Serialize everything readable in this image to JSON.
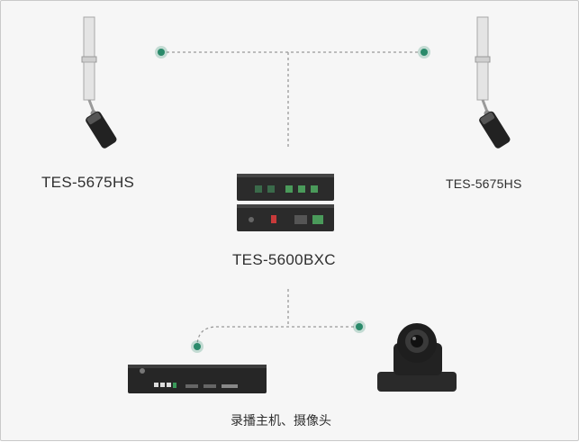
{
  "diagram": {
    "mic_left_label": "TES-5675HS",
    "mic_right_label": "TES-5675HS",
    "controller_label": "TES-5600BXC",
    "bottom_label": "录播主机、摄像头",
    "accent_color": "#2a8a6a",
    "line_color": "#9a9a9a"
  }
}
